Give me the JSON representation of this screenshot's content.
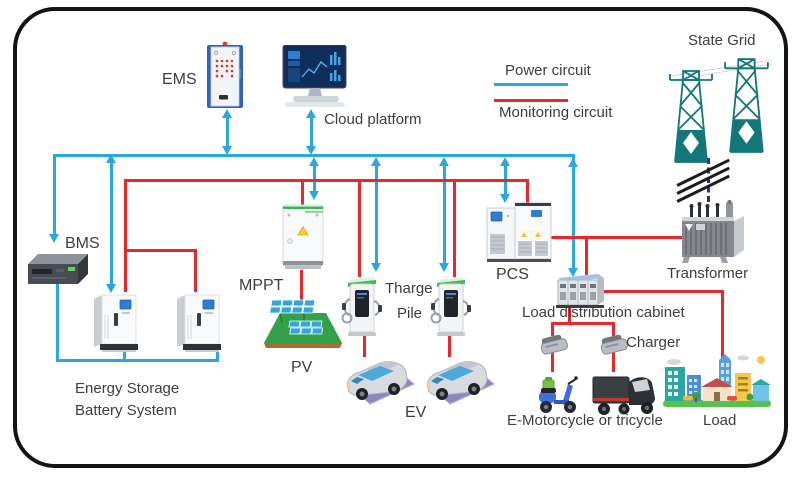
{
  "labels": {
    "ems": "EMS",
    "cloud": "Cloud platform",
    "state_grid": "State Grid",
    "bms": "BMS",
    "mppt": "MPPT",
    "pv": "PV",
    "charge_pile_line1": "Tharge",
    "charge_pile_line2": "Pile",
    "ev": "EV",
    "pcs": "PCS",
    "transformer": "Transformer",
    "load_cabinet": "Load distribution cabinet",
    "charger": "Charger",
    "e_motorcycle": "E-Motorcycle or tricycle",
    "load": "Load",
    "energy_storage_line1": "Energy Storage",
    "energy_storage_line2": "Battery System"
  },
  "legend": {
    "power_label": "Power circuit",
    "monitoring_label": "Monitoring circuit",
    "power_color": "#2ba7e0",
    "monitoring_color": "#e8282b"
  },
  "colors": {
    "power_line": "#2ba7e0",
    "monitoring_line": "#e8282b",
    "tower_teal": "#137779",
    "border": "#141414",
    "grid_dash": "#2a2f93"
  }
}
